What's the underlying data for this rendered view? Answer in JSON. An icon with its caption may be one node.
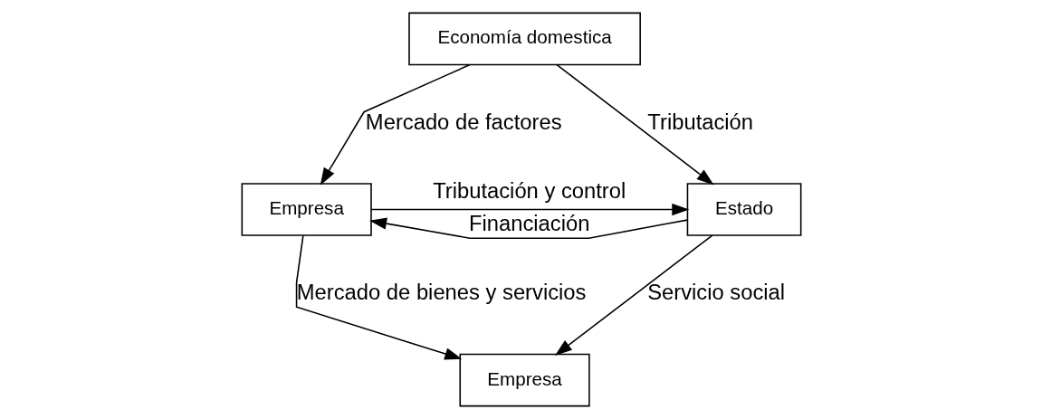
{
  "diagram": {
    "nodes": [
      {
        "text": [
          "Economía domestica"
        ]
      },
      {
        "text": [
          "Empresa"
        ]
      },
      {
        "text": [
          "Estado"
        ]
      },
      {
        "text": [
          "Empresa"
        ]
      }
    ],
    "edges": [
      {
        "from": 0,
        "to": 1,
        "arrow": "to",
        "label": "Mercado de factores"
      },
      {
        "from": 0,
        "to": 2,
        "arrow": "to",
        "label": "Tributación"
      },
      {
        "from": 2,
        "to": 1,
        "arrow": "to",
        "label": "Financiación"
      },
      {
        "from": 1,
        "to": 2,
        "arrow": "to",
        "label": "Tributación y control"
      },
      {
        "from": 1,
        "to": 3,
        "arrow": "to",
        "label": "Mercado de bienes y servicios"
      },
      {
        "from": 2,
        "to": 3,
        "arrow": "to",
        "label": "Servicio social"
      }
    ]
  }
}
